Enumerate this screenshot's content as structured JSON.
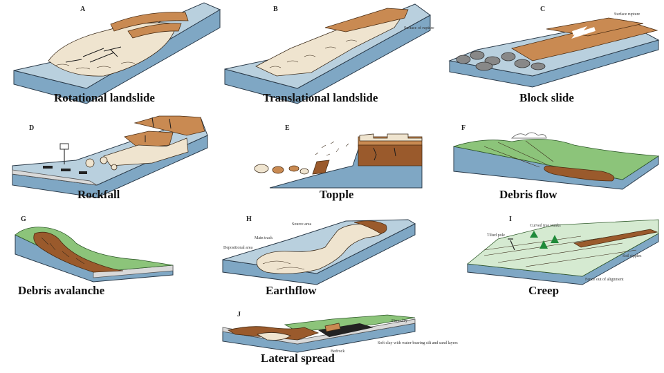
{
  "panels": {
    "a": {
      "letter": "A",
      "caption": "Rotational landslide"
    },
    "b": {
      "letter": "B",
      "caption": "Translational landslide",
      "note": "Surface of rupture"
    },
    "c": {
      "letter": "C",
      "caption": "Block slide",
      "note": "Surface rupture"
    },
    "d": {
      "letter": "D",
      "caption": "Rockfall"
    },
    "e": {
      "letter": "E",
      "caption": "Topple"
    },
    "f": {
      "letter": "F",
      "caption": "Debris flow"
    },
    "g": {
      "letter": "G",
      "caption": "Debris avalanche"
    },
    "h": {
      "letter": "H",
      "caption": "Earthflow",
      "notes": {
        "source": "Source area",
        "main": "Main track",
        "depositional": "Depositional area"
      }
    },
    "i": {
      "letter": "I",
      "caption": "Creep",
      "notes": {
        "trees": "Curved tree trunks",
        "pole": "Tilted pole",
        "ripples": "Soil ripples",
        "fence": "Fence out of alignment"
      }
    },
    "j": {
      "letter": "J",
      "caption": "Lateral spread",
      "notes": {
        "clay": "Firm clay",
        "soft": "Soft clay with water-bearing silt and sand layers",
        "bedrock": "Bedrock"
      }
    }
  }
}
